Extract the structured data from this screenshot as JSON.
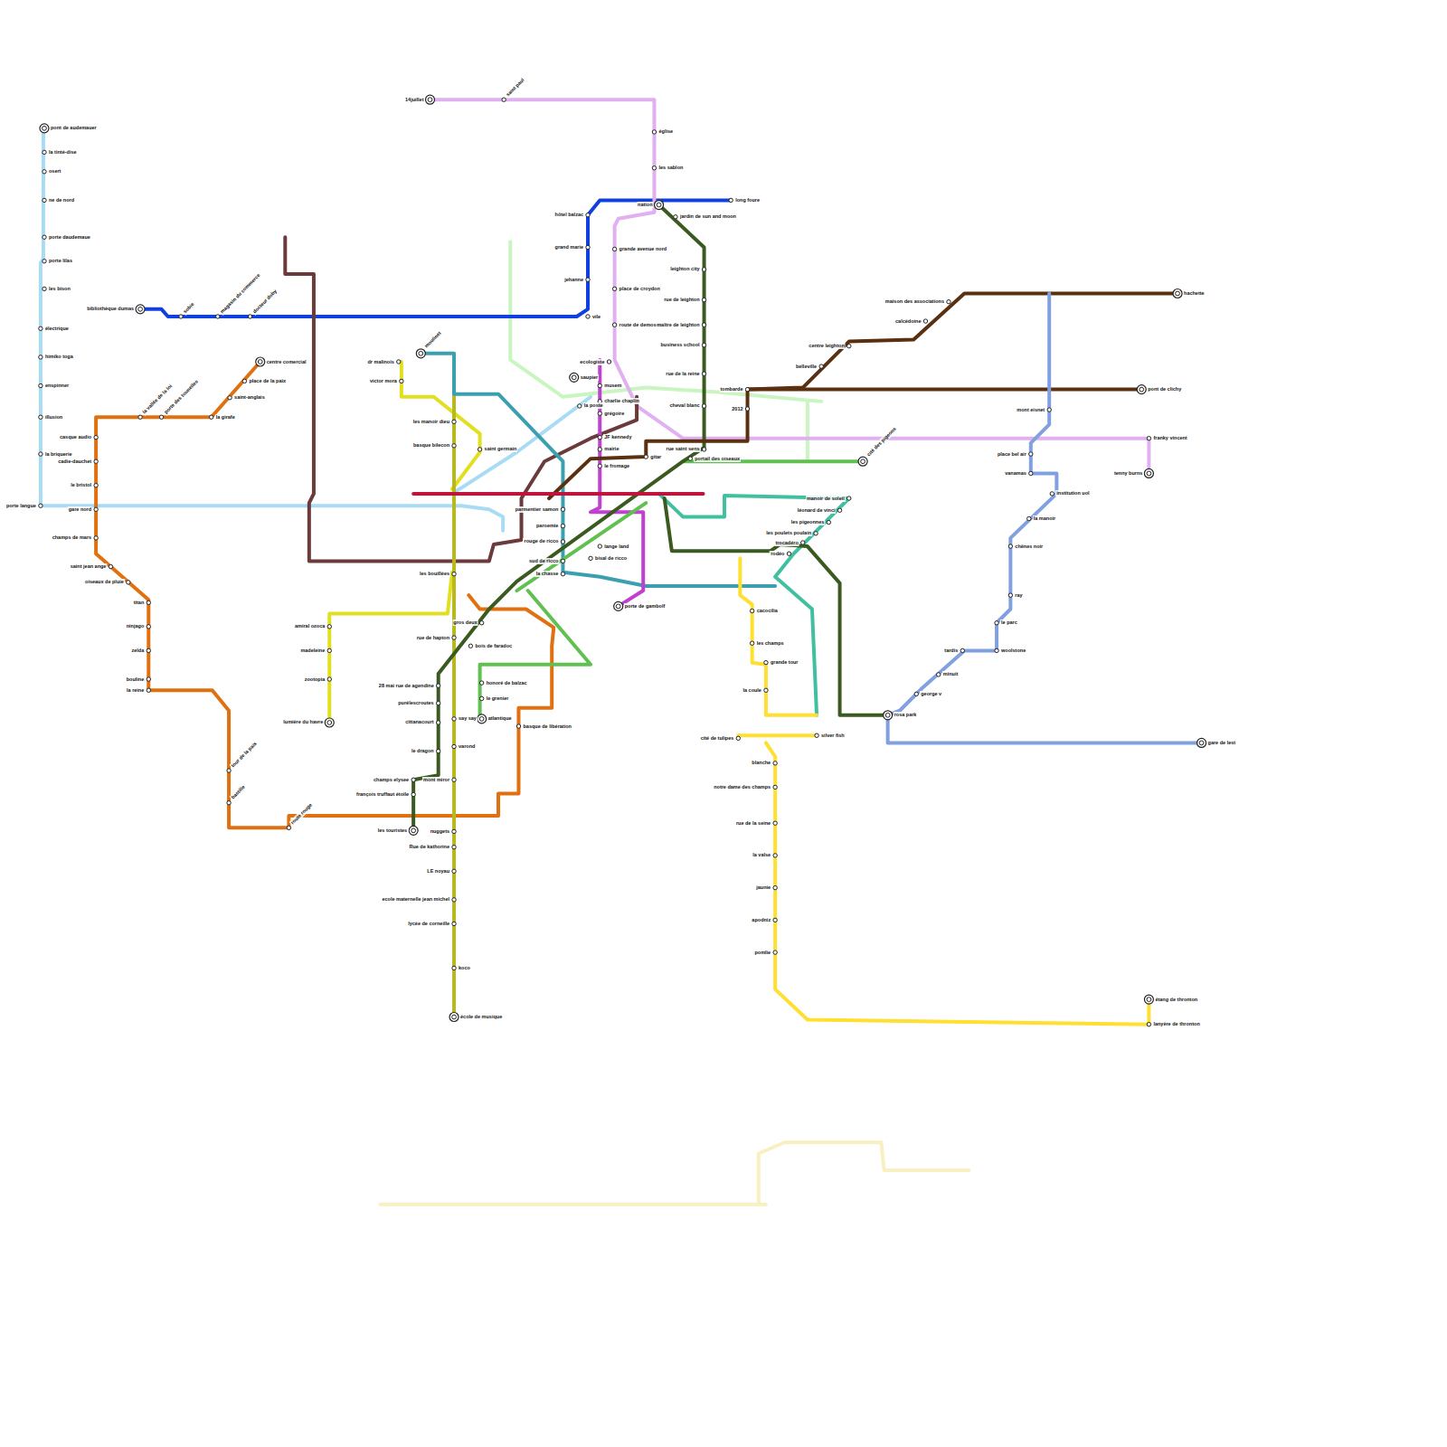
{
  "diagram": {
    "labels": [
      "pont de audemauer",
      "la tintè-dise",
      "osert",
      "ne de nord",
      "porte daudemaue",
      "porte lilas",
      "les bison",
      "électrique",
      "himiko toga",
      "enspinner",
      "illusion",
      "la briquerie",
      "porte langue",
      "gare nord",
      "champs de mars",
      "casque audio",
      "cadie-dauchet",
      "le bristol",
      "saint jean ange",
      "oiseaux de pluie",
      "titan",
      "ninjago",
      "zelda",
      "bouline",
      "la reine",
      "la girafe",
      "saint-anglais",
      "place de la paix",
      "centre comercial",
      "porte des tounelles",
      "la vallée de la loi",
      "tour de la paix",
      "bastille",
      "route rouge",
      "bibliothèque dumas",
      "sobie",
      "magasin du commerce",
      "docteur doby",
      "vile",
      "jehanne",
      "grand marie",
      "hôtel balzac",
      "long foure",
      "nation",
      "14juillet",
      "saint paul",
      "église",
      "les sablon",
      "grande avenue nord",
      "place de croydon",
      "route de demoset",
      "jardin de sun and moon",
      "leighton city",
      "rue de leighton",
      "maître de leighton",
      "business school",
      "rue de la reine",
      "cheval blanc",
      "2012",
      "tombarde",
      "rue saint sens",
      "portail des oiseaux",
      "hachette",
      "maison des associations",
      "calcédoine",
      "centre leighton",
      "belleville",
      "pont de clichy",
      "place bel air",
      "vanamas",
      "mont eisnet",
      "institution uol",
      "la manoir",
      "chênes noir",
      "ray",
      "le parc",
      "tardis",
      "woolstone",
      "minuit",
      "george v",
      "rosa park",
      "gare de lest",
      "franky vincent",
      "tenny burns",
      "cité des pigeons",
      "manoir de soleil",
      "léonard de vinci",
      "les pigeonnes",
      "les poulets poulain",
      "trocadéro",
      "rodéo",
      "cacocilia",
      "les champs",
      "grande tour",
      "la coule",
      "cité de tulipes",
      "silver fish",
      "blanche",
      "notre dame des champs",
      "rue de la seine",
      "la valse",
      "jaunie",
      "apodniz",
      "pomlie",
      "étang de thronton",
      "lanyère de thronton",
      "les manoir dieu",
      "basque bilecon",
      "les bouillées",
      "rue de hapton",
      "say say",
      "varond",
      "mont miror",
      "nuggets",
      "Rue de kathorine",
      "LE noyau",
      "ecole maternelle jean michel",
      "lycée de corneille",
      "koco",
      "école de musique",
      "28 mai rue de agendine",
      "purélescroutes",
      "cittanacourt",
      "le dragon",
      "champs elysee",
      "françois truffaut étoile",
      "les touristes",
      "gros deux",
      "bois de faradoc",
      "amiral ozoca",
      "madeleine",
      "zootopia",
      "lumière du havre",
      "dr malinois",
      "victor mora",
      "moulinet",
      "honoré de balzac",
      "le grenier",
      "atlantique",
      "basque de libération",
      "ecologiste",
      "musem",
      "charlie chaplin",
      "grégoire",
      "JF kennedy",
      "mairie",
      "le fromage",
      "porte de gambolf",
      "saupier",
      "la poste",
      "parmentier samon",
      "paroemie",
      "rouge de ricco",
      "sud de ricco",
      "la chasse",
      "saint germain",
      "lange land",
      "bisal de ricco",
      "gitar"
    ]
  }
}
